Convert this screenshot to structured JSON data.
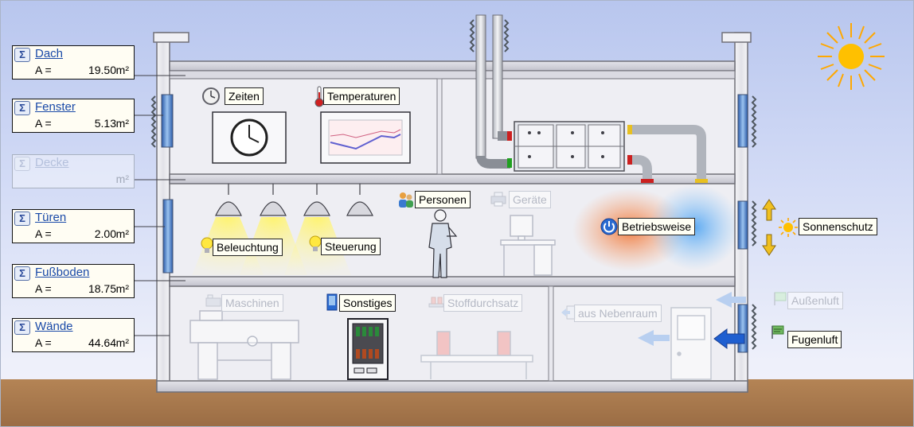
{
  "summaries": [
    {
      "label": "Dach",
      "prefix": "A =",
      "value": "19.50",
      "unit": "m²",
      "enabled": true
    },
    {
      "label": "Fenster",
      "prefix": "A =",
      "value": "5.13",
      "unit": "m²",
      "enabled": true
    },
    {
      "label": "Decke",
      "prefix": "",
      "value": "",
      "unit": "m²",
      "enabled": false
    },
    {
      "label": "Türen",
      "prefix": "A =",
      "value": "2.00",
      "unit": "m²",
      "enabled": true
    },
    {
      "label": "Fußboden",
      "prefix": "A =",
      "value": "18.75",
      "unit": "m²",
      "enabled": true
    },
    {
      "label": "Wände",
      "prefix": "A =",
      "value": "44.64",
      "unit": "m²",
      "enabled": true
    }
  ],
  "buttons": {
    "zeiten": "Zeiten",
    "temperaturen": "Temperaturen",
    "personen": "Personen",
    "geraete": "Geräte",
    "betriebsweise": "Betriebsweise",
    "sonnenschutz": "Sonnenschutz",
    "beleuchtung": "Beleuchtung",
    "steuerung": "Steuerung",
    "maschinen": "Maschinen",
    "sonstiges": "Sonstiges",
    "stoffdurchsatz": "Stoffdurchsatz",
    "aus_nebenraum": "aus Nebenraum",
    "aussenluft": "Außenluft",
    "fugenluft": "Fugenluft"
  },
  "icons": {
    "sum": "sigma-icon",
    "zeiten": "clock-icon",
    "temperaturen": "thermometer-icon",
    "personen": "people-icon",
    "geraete": "printer-icon",
    "betriebsweise": "power-icon",
    "sonnenschutz": "sun-icon",
    "beleuchtung": "bulb-icon",
    "steuerung": "bulb-icon",
    "maschinen": "machine-icon",
    "sonstiges": "fridge-icon",
    "stoffdurchsatz": "conveyor-icon",
    "aus_nebenraum": "door-arrow-icon",
    "aussenluft": "wind-icon",
    "fugenluft": "wind-icon"
  },
  "colors": {
    "sky_top": "#b8c6ee",
    "ground": "#a87a50",
    "link": "#1a4aa8",
    "warm_air": "#f08040",
    "cool_air": "#5aa8f0",
    "sun": "#ffc000",
    "arrow_active": "#1f5fd0",
    "arrow_inactive": "#a8c4ea"
  }
}
